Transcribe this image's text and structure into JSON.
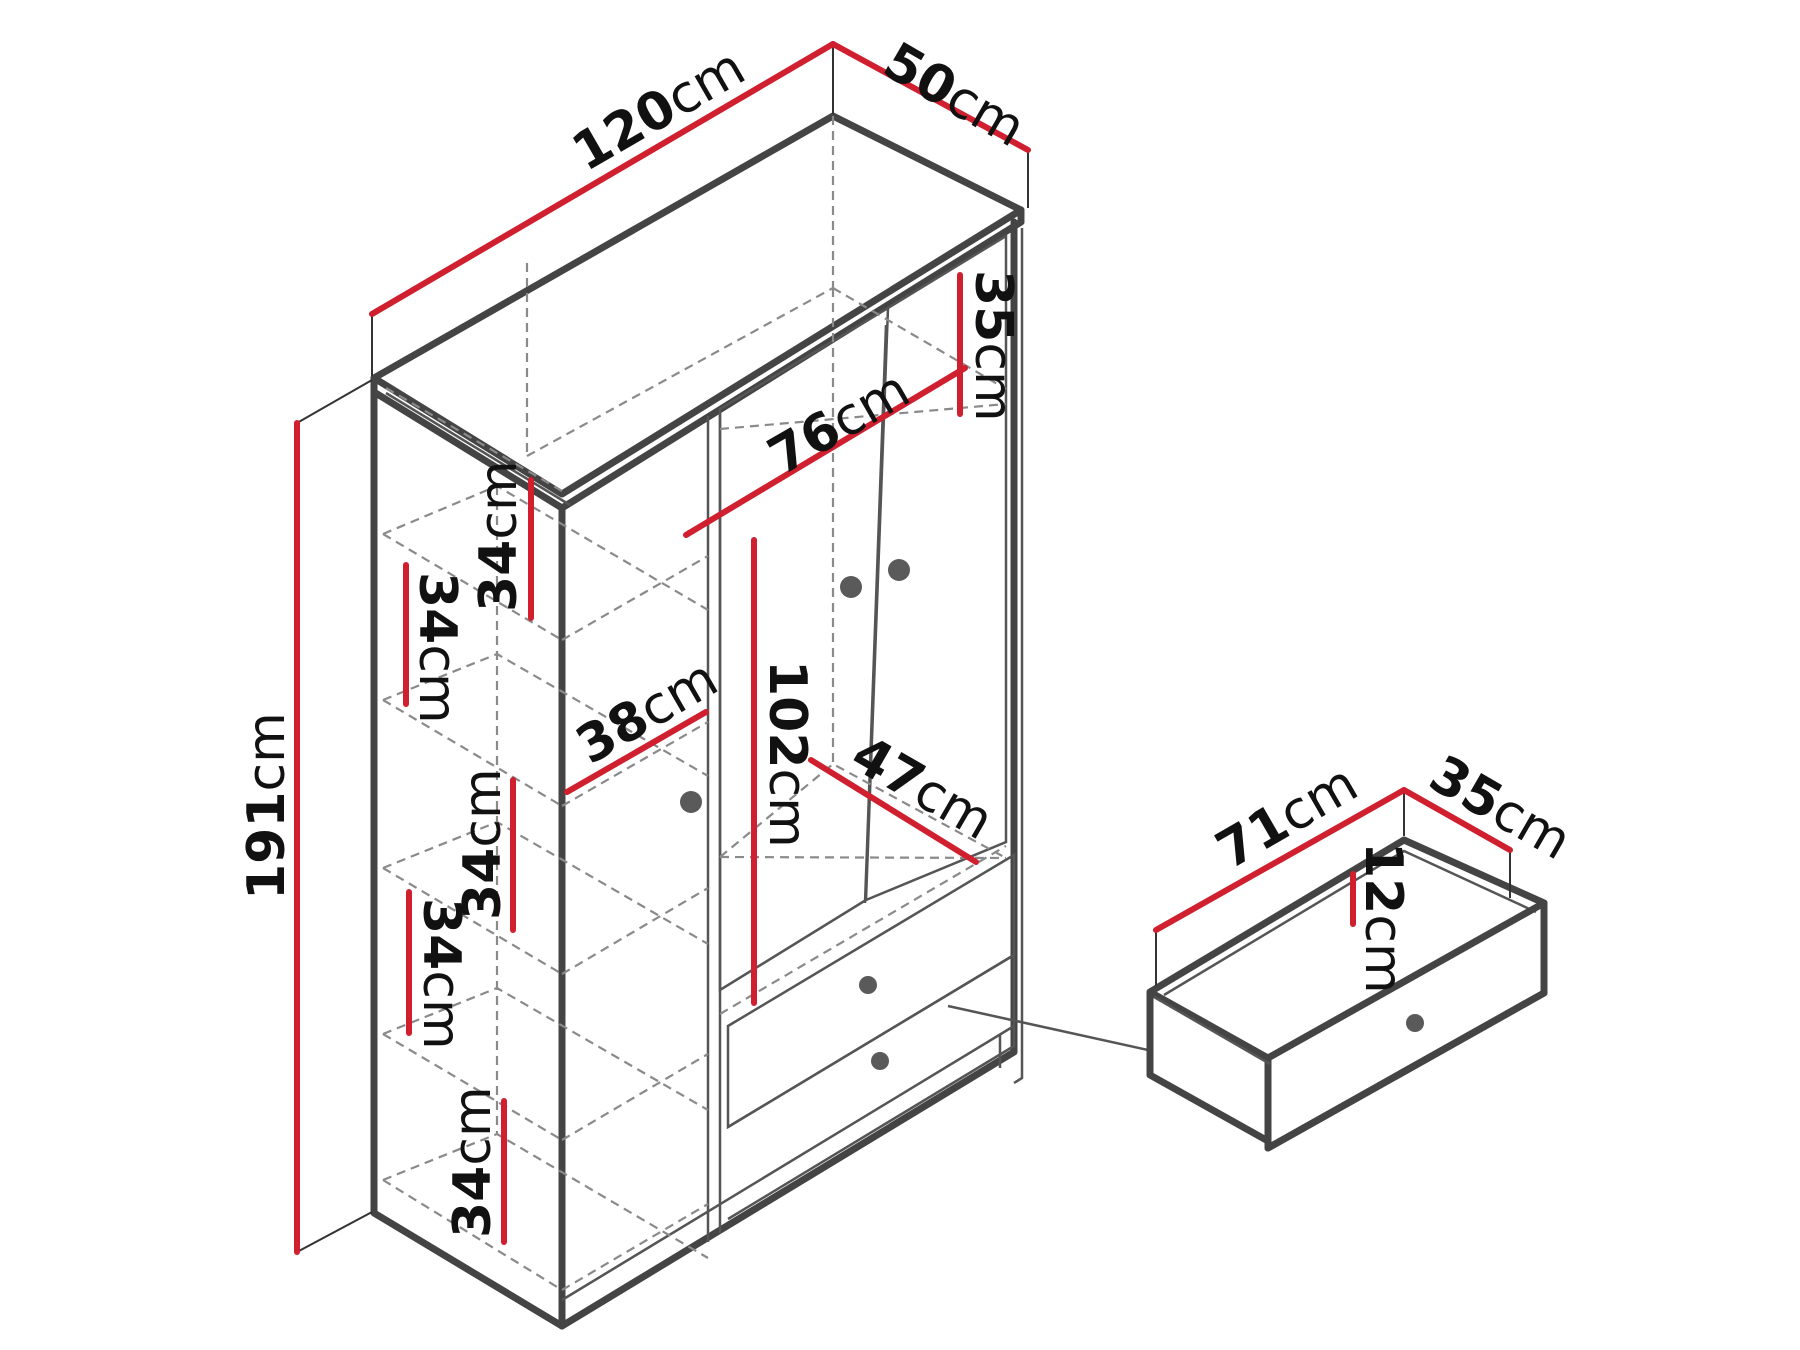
{
  "dimensions": {
    "width": {
      "value": "120",
      "unit": "cm"
    },
    "depth": {
      "value": "50",
      "unit": "cm"
    },
    "height": {
      "value": "191",
      "unit": "cm"
    },
    "top_compartment_height": {
      "value": "35",
      "unit": "cm"
    },
    "rail_width": {
      "value": "76",
      "unit": "cm"
    },
    "hanging_height": {
      "value": "102",
      "unit": "cm"
    },
    "inner_depth": {
      "value": "47",
      "unit": "cm"
    },
    "shelf_width": {
      "value": "38",
      "unit": "cm"
    },
    "shelf_height_1": {
      "value": "34",
      "unit": "cm"
    },
    "shelf_height_2": {
      "value": "34",
      "unit": "cm"
    },
    "shelf_height_3": {
      "value": "34",
      "unit": "cm"
    },
    "shelf_height_4": {
      "value": "34",
      "unit": "cm"
    },
    "shelf_height_5": {
      "value": "34",
      "unit": "cm"
    },
    "drawer_width": {
      "value": "71",
      "unit": "cm"
    },
    "drawer_depth": {
      "value": "35",
      "unit": "cm"
    },
    "drawer_height": {
      "value": "12",
      "unit": "cm"
    }
  },
  "colors": {
    "dimension_line": "#d01f2e",
    "outline": "#444444",
    "hidden_edge": "#8a8a8a"
  }
}
